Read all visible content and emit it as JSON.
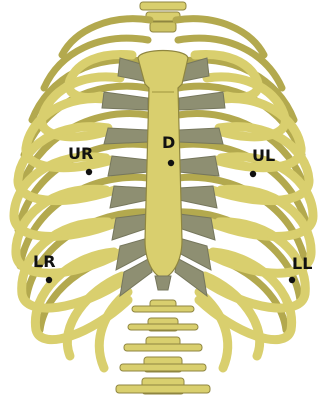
{
  "figure": {
    "colors": {
      "bone": "#d9cf6e",
      "bone_shadow": "#b3a94e",
      "bone_outline": "#8f8640",
      "cartilage": "#8e8f72",
      "cartilage_dark": "#76775d",
      "marker": "#111111"
    },
    "labels": {
      "ur": "UR",
      "d": "D",
      "ul": "UL",
      "lr": "LR",
      "ll": "LL"
    }
  }
}
